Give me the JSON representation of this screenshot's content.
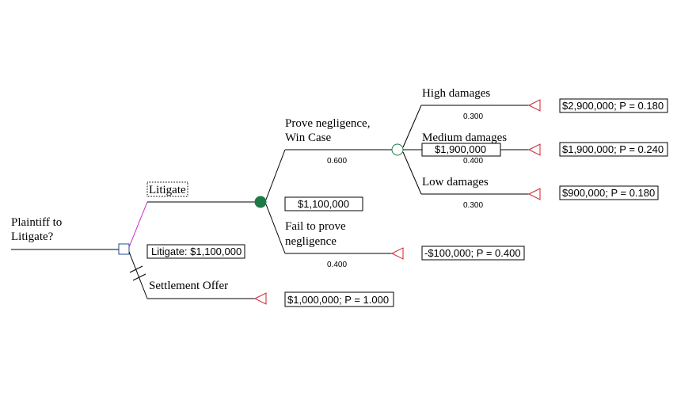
{
  "tree": {
    "root_label_line1": "Plaintiff to",
    "root_label_line2": "Litigate?",
    "decision_value": "Litigate: $1,100,000",
    "litigate": {
      "label": "Litigate",
      "chance_value": "$1,100,000",
      "win": {
        "label_line1": "Prove negligence,",
        "label_line2": "Win Case",
        "prob": "0.600",
        "chance_value": "$1,900,000",
        "high": {
          "label": "High damages",
          "prob": "0.300",
          "payoff": "$2,900,000; P = 0.180"
        },
        "medium": {
          "label": "Medium damages",
          "prob": "0.400",
          "payoff": "$1,900,000; P = 0.240"
        },
        "low": {
          "label": "Low damages",
          "prob": "0.300",
          "payoff": "$900,000; P = 0.180"
        }
      },
      "fail": {
        "label_line1": "Fail to prove",
        "label_line2": "negligence",
        "prob": "0.400",
        "payoff": "-$100,000; P = 0.400"
      }
    },
    "settlement": {
      "label": "Settlement Offer",
      "payoff": "$1,000,000; P = 1.000"
    }
  },
  "colors": {
    "line": "#000000",
    "decision_node": "#1f4e8c",
    "chance_node_filled": "#1e7a45",
    "chance_node_open": "#1e7a45",
    "terminal": "#cc2233",
    "selected_branch": "#cc22cc"
  }
}
